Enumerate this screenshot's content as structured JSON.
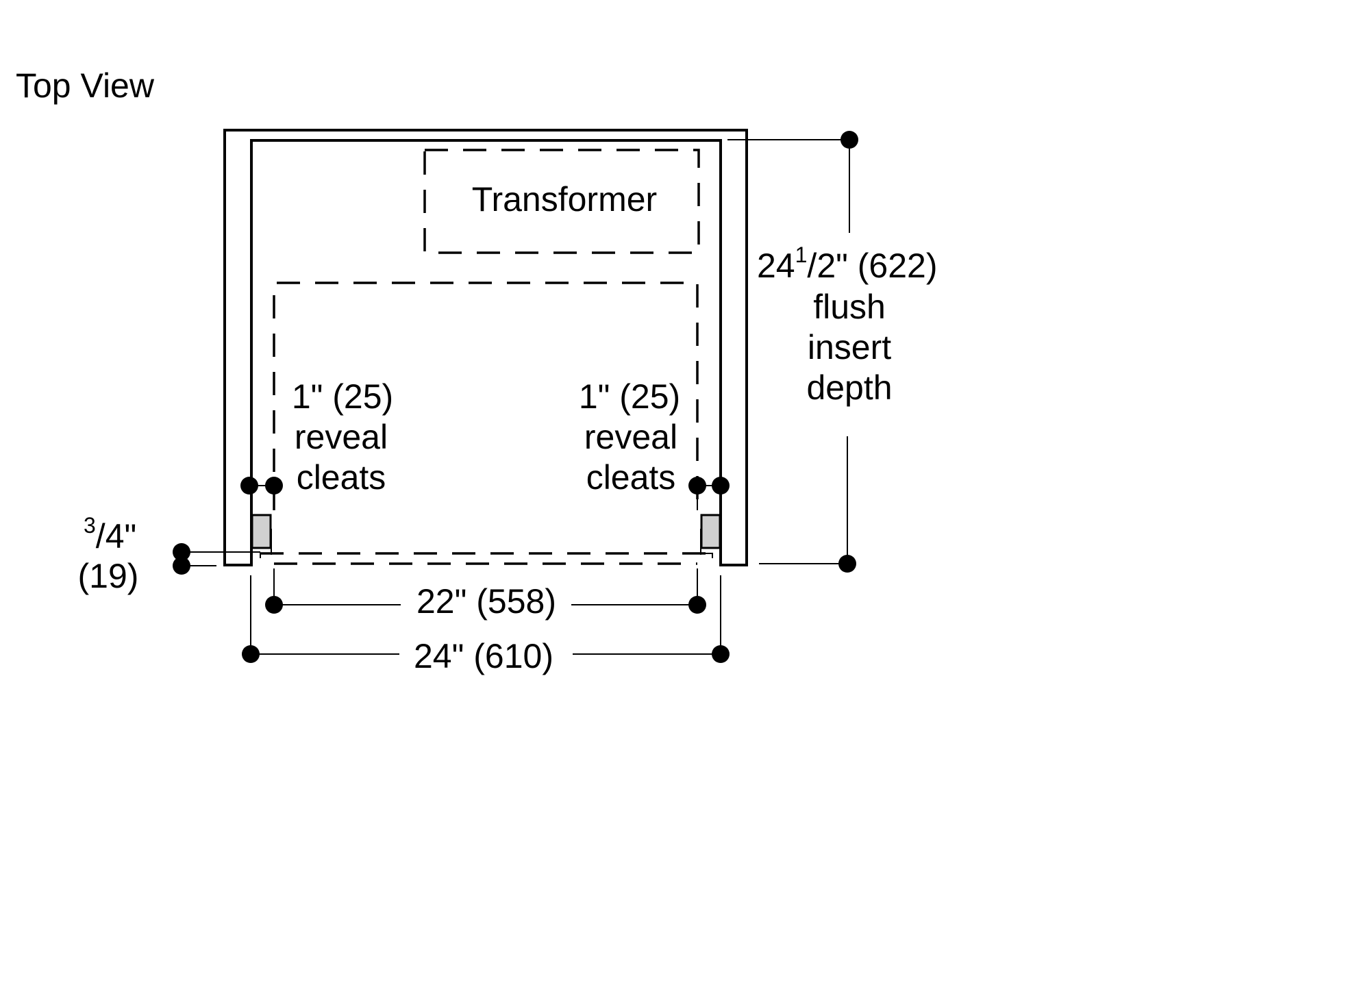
{
  "title": "Top View",
  "labels": {
    "transformer": "Transformer",
    "left_cleat": {
      "line1": "1\" (25)",
      "line2": "reveal",
      "line3": "cleats"
    },
    "right_cleat": {
      "line1": "1\" (25)",
      "line2": "reveal",
      "line3": "cleats"
    },
    "depth": {
      "whole": "24",
      "frac_num": "1",
      "frac_den": "/2",
      "rest": "\" (622)",
      "line2": "flush",
      "line3": "insert",
      "line4": "depth"
    },
    "reveal": {
      "frac_num": "3",
      "frac_den": "/4\"",
      "line2": "(19)"
    },
    "inner_width": "22\" (558)",
    "outer_width": "24\" (610)"
  }
}
